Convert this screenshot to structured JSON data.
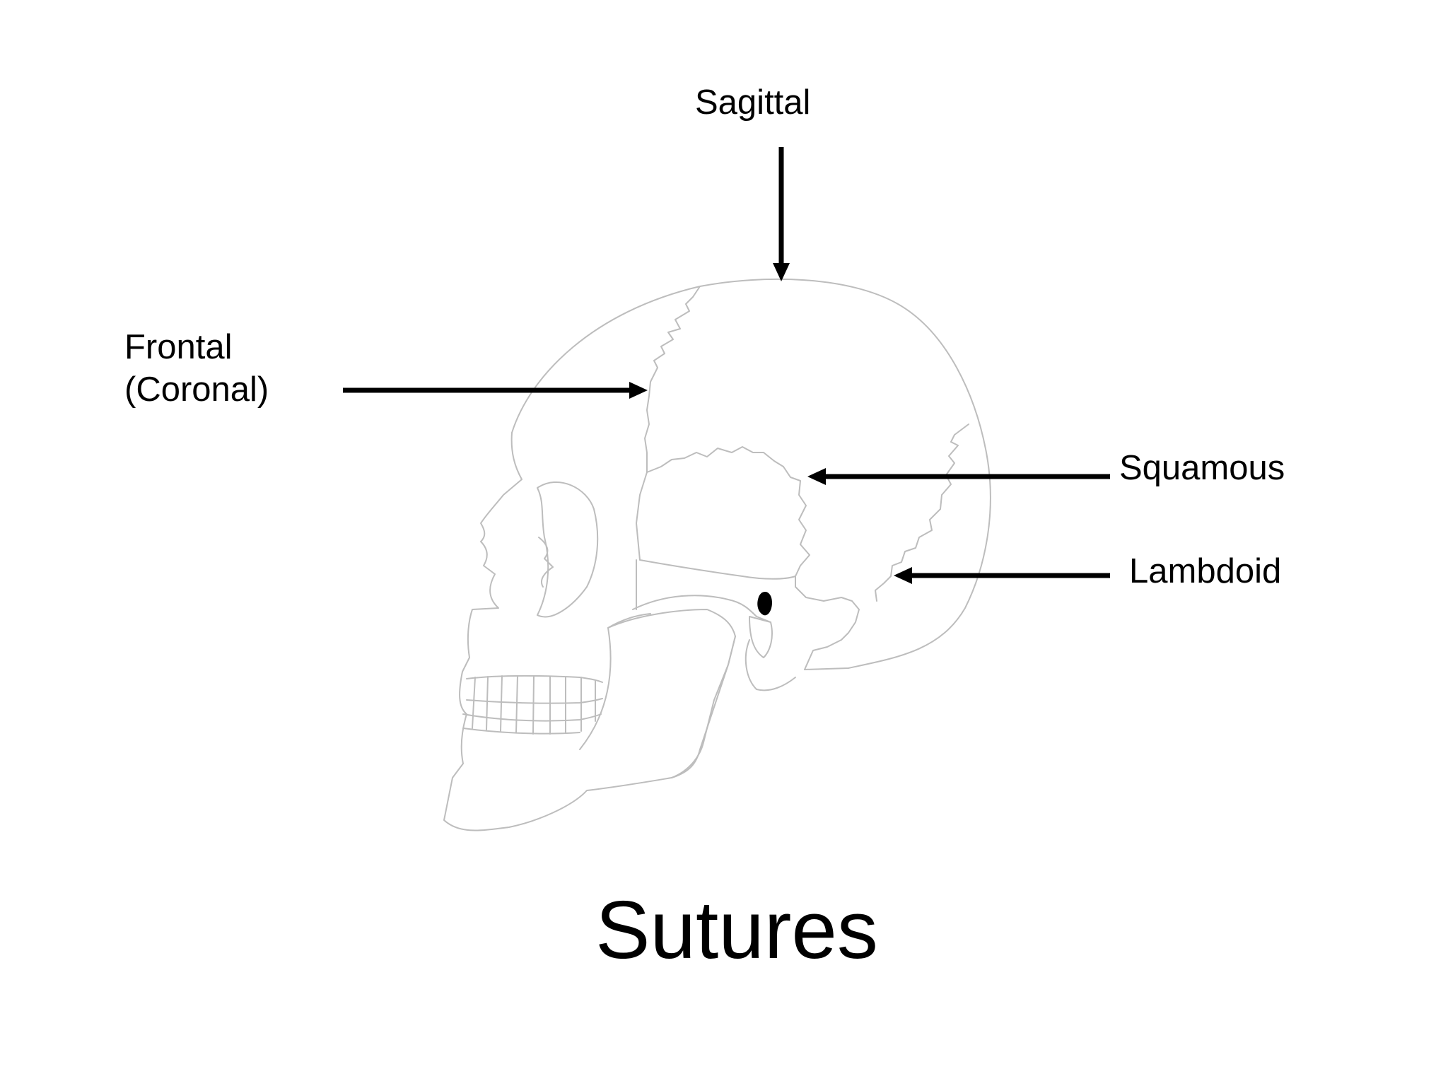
{
  "diagram": {
    "title": "Sutures",
    "labels": {
      "sagittal": "Sagittal",
      "frontal_line1": "Frontal",
      "frontal_line2": "(Coronal)",
      "squamous": "Squamous",
      "lambdoid": "Lambdoid"
    },
    "colors": {
      "outline": "#b8b8b8",
      "arrow": "#000000",
      "text": "#000000",
      "background": "#ffffff"
    }
  }
}
